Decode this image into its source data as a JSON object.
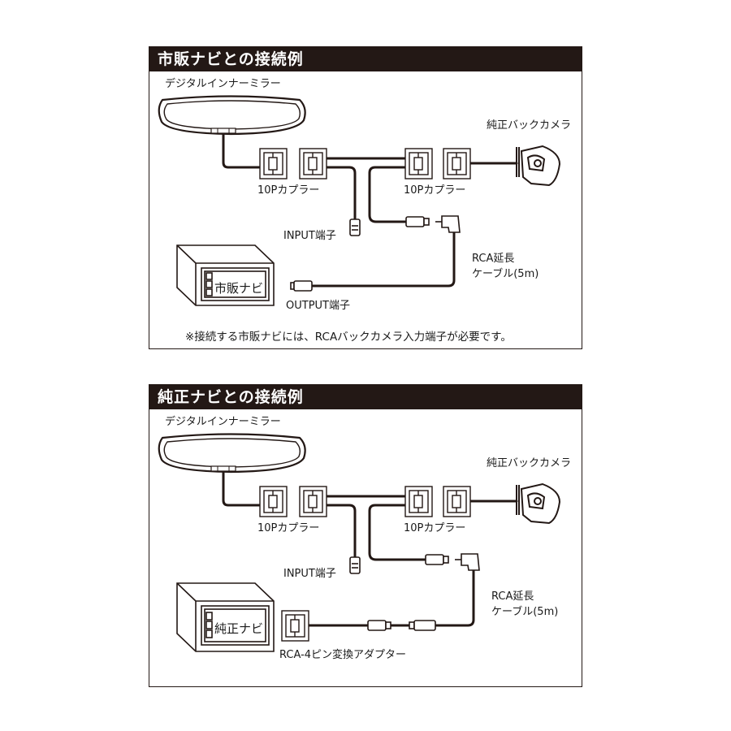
{
  "panels": [
    {
      "title": "市販ナビとの接続例",
      "mirror_label": "デジタルインナーミラー",
      "camera_label": "純正バックカメラ",
      "coupler_label_left": "10Pカプラー",
      "coupler_label_right": "10Pカプラー",
      "input_label": "INPUT端子",
      "rca_label_line1": "RCA延長",
      "rca_label_line2": "ケーブル(5m)",
      "nav_label": "市販ナビ",
      "output_label": "OUTPUT端子",
      "note": "※接続する市販ナビには、RCAバックカメラ入力端子が必要です。"
    },
    {
      "title": "純正ナビとの接続例",
      "mirror_label": "デジタルインナーミラー",
      "camera_label": "純正バックカメラ",
      "coupler_label_left": "10Pカプラー",
      "coupler_label_right": "10Pカプラー",
      "input_label": "INPUT端子",
      "rca_label_line1": "RCA延長",
      "rca_label_line2": "ケーブル(5m)",
      "nav_label": "純正ナビ",
      "adapter_label": "RCA-4ピン変換アダプター"
    }
  ],
  "colors": {
    "line": "#231815",
    "header_bg": "#231815",
    "header_text": "#ffffff"
  }
}
